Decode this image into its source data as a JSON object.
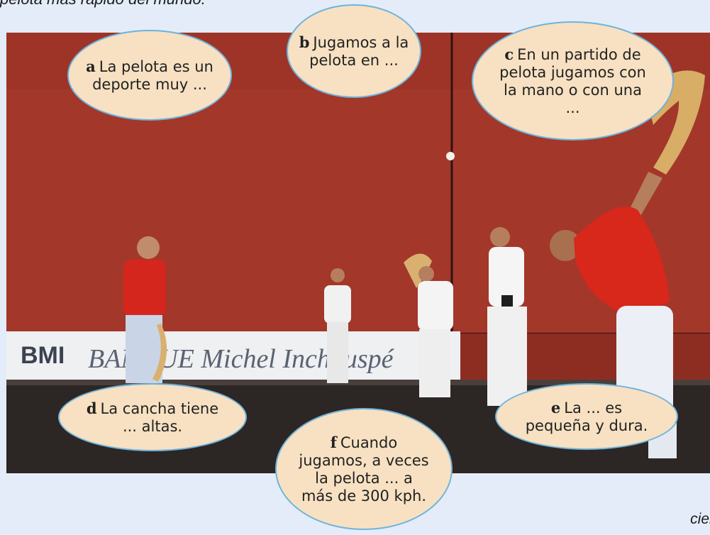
{
  "caption": "pelota más rápido del mundo.",
  "banner": {
    "left": "BMI",
    "right": "BANQUE Michel Inchauspé"
  },
  "bubbles": [
    {
      "letter": "a",
      "text": "La pelota es un deporte muy ..."
    },
    {
      "letter": "b",
      "text": "Jugamos a la pelota en ..."
    },
    {
      "letter": "c",
      "text": "En un partido de pelota jugamos con la mano o con una ..."
    },
    {
      "letter": "d",
      "text": "La cancha tiene ... altas."
    },
    {
      "letter": "e",
      "text": "La ... es pequeña y dura."
    },
    {
      "letter": "f",
      "text": "Cuando jugamos, a veces la pelota ... a más de 300 kph."
    }
  ],
  "page_word": "cier",
  "colors": {
    "wall": "#a3372a",
    "floor": "#2c2624",
    "bubble_fill": "#f7e1c2",
    "bubble_border": "#6fb3dc",
    "page_bg": "#e3ecf8"
  }
}
